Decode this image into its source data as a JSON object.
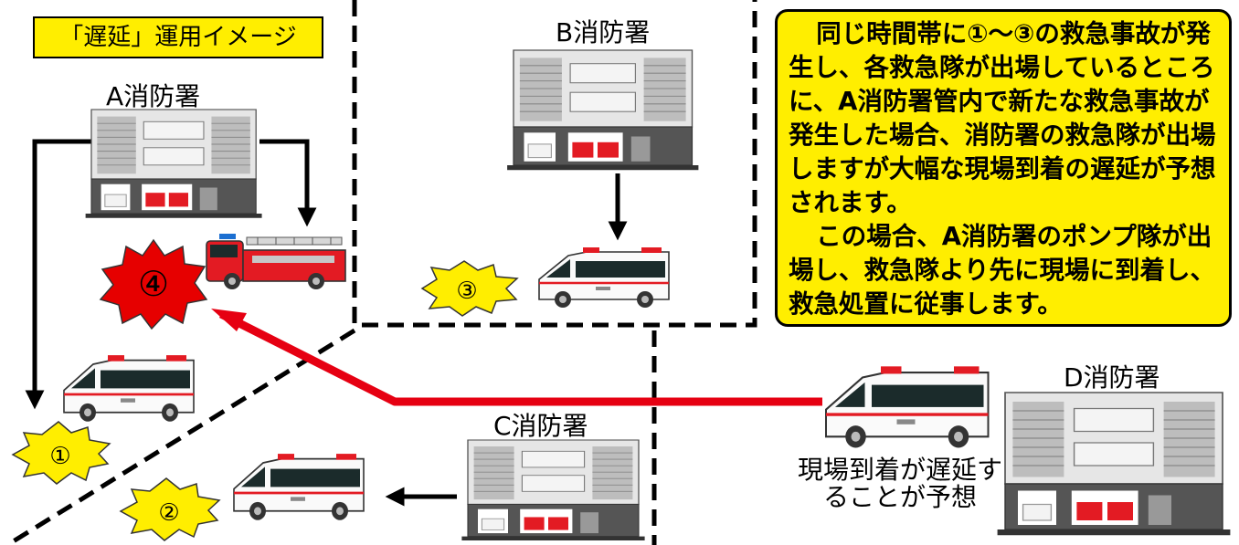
{
  "title": "「遅延」運用イメージ",
  "info": {
    "paragraph1": "同じ時間帯に①～③の救急事故が発生し、各救急隊が出場しているところに、A消防署管内で新たな救急事故が発生した場合、消防署の救急隊が出場しますが大幅な現場到着の遅延が予想されます。",
    "paragraph2": "この場合、A消防署のポンプ隊が出場し、救急隊より先に現場に到着し、救急処置に従事します。"
  },
  "stations": {
    "a": "A消防署",
    "b": "B消防署",
    "c": "C消防署",
    "d": "D消防署"
  },
  "incidents": {
    "one": "①",
    "two": "②",
    "three": "③",
    "four": "④"
  },
  "delay_note": "現場到着が遅延することが予想",
  "colors": {
    "highlight_yellow": "#ffee00",
    "alert_red": "#e60000",
    "route_red": "#e60012"
  }
}
